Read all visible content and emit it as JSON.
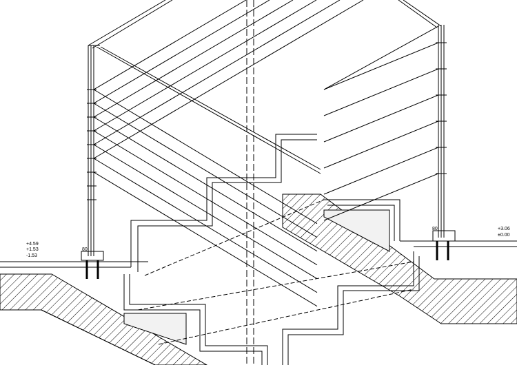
{
  "drawing": {
    "left_levels": [
      "+4.59",
      "+1.53",
      "-1.53"
    ],
    "left_post_dim": "80",
    "right_levels": [
      "+3.06",
      "±0.00"
    ],
    "right_post_dim": "80"
  },
  "colors": {
    "line": "#000000",
    "background": "#ffffff"
  }
}
